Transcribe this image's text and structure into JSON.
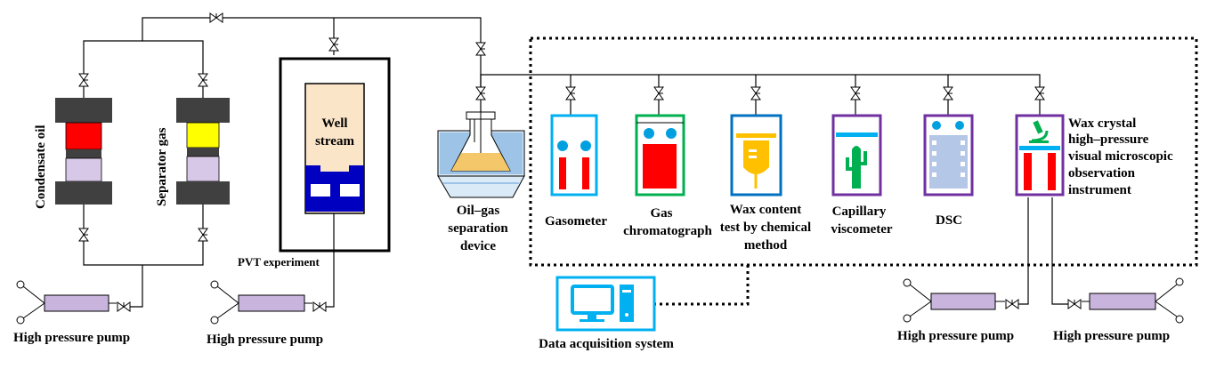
{
  "labels": {
    "condensate_oil": "Condensate oil",
    "separator_gas": "Separator gas",
    "well_stream_line1": "Well",
    "well_stream_line2": "stream",
    "pvt_experiment": "PVT experiment",
    "oil_gas_line1": "Oil–gas",
    "oil_gas_line2": "separation",
    "oil_gas_line3": "device",
    "gasometer": "Gasometer",
    "gas_chrom_line1": "Gas",
    "gas_chrom_line2": "chromatograph",
    "wax_content_line1": "Wax content",
    "wax_content_line2": "test by chemical",
    "wax_content_line3": "method",
    "capillary_line1": "Capillary",
    "capillary_line2": "viscometer",
    "dsc": "DSC",
    "wax_crystal_line1": "Wax crystal",
    "wax_crystal_line2": "high–pressure",
    "wax_crystal_line3": "visual microscopic",
    "wax_crystal_line4": "observation",
    "wax_crystal_line5": "instrument",
    "data_acquisition": "Data acquisition system",
    "pump_1": "High pressure pump",
    "pump_2": "High pressure pump",
    "pump_3": "High pressure pump",
    "pump_4": "High pressure pump"
  },
  "colors": {
    "pump_fill": "#c8b4dc",
    "cylinder_cap": "#404040",
    "condensate_fill": "#ff0000",
    "separator_fill": "#ffff00",
    "well_stream_fill": "#fbe5c8",
    "piston_blue": "#0000c0",
    "instrument_cyan": "#00b0f0",
    "instrument_green": "#00b050",
    "instrument_blue": "#0070c0",
    "instrument_purple": "#7030a0",
    "dot_blue": "#00a0e0",
    "cactus_green": "#00b050",
    "wax_orange": "#ffc000",
    "dsc_fill": "#b4c7e7",
    "separator_water": "#9dc3e6",
    "separator_oil": "#f4c86a"
  }
}
